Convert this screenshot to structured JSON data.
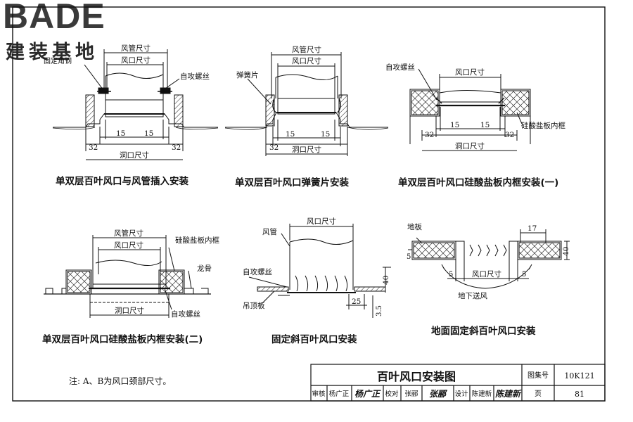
{
  "logo": {
    "main": "BADE",
    "sub": "建装基地"
  },
  "diagrams": {
    "d1": {
      "caption": "单双层百叶风口与风管插入安装",
      "duct_size": "风管尺寸",
      "outlet_size": "风口尺寸",
      "angle_label": "固定角钢",
      "screw_label": "自攻螺丝",
      "dim_15a": "15",
      "dim_15b": "15",
      "dim_32a": "32",
      "dim_32b": "32",
      "hole_size": "洞口尺寸"
    },
    "d2": {
      "caption": "单双层百叶风口弹簧片安装",
      "duct_size": "风管尺寸",
      "outlet_size": "风口尺寸",
      "spring_label": "弹簧片",
      "dim_15a": "15",
      "dim_15b": "15",
      "dim_32": "32",
      "hole_size": "洞口尺寸"
    },
    "d3": {
      "caption": "单双层百叶风口硅酸盐板内框安装(一)",
      "screw_label": "自攻螺丝",
      "outlet_size": "风口尺寸",
      "board_label": "硅酸盐板内框",
      "dim_15a": "15",
      "dim_15b": "15",
      "dim_32a": "32",
      "dim_32b": "32",
      "hole_size": "洞口尺寸"
    },
    "d4": {
      "caption": "单双层百叶风口硅酸盐板内框安装(二)",
      "duct_size": "风管尺寸",
      "outlet_size": "风口尺寸",
      "board_label": "硅酸盐板内框",
      "keel_label": "龙骨",
      "hole_size": "洞口尺寸",
      "screw_label": "自攻螺丝"
    },
    "d5": {
      "caption": "固定斜百叶风口安装",
      "duct_label": "风管",
      "outlet_size": "风口尺寸",
      "screw_label": "自攻螺丝",
      "ceiling_label": "吊顶板",
      "dim_40": "40",
      "dim_25": "25",
      "dim_35": "3.5"
    },
    "d6": {
      "caption": "地面固定斜百叶风口安装",
      "floor_label": "地板",
      "dim_17": "17",
      "dim_5a": "5",
      "dim_5b": "5",
      "dim_5c": "5",
      "dim_40": "40",
      "outlet_size": "风口尺寸",
      "airflow_label": "地下送风"
    }
  },
  "note": "注:   A、B为风口颈部尺寸。",
  "title_block": {
    "title": "百叶风口安装图",
    "atlas_label": "图集号",
    "atlas_no": "10K121",
    "review_label": "审核",
    "reviewer": "杨广正",
    "reviewer_sign": "杨广正",
    "check_label": "校对",
    "checker": "张郦",
    "checker_sign": "张郦",
    "design_label": "设计",
    "designer": "陈建新",
    "designer_sign": "陈建新",
    "page_label": "页",
    "page_no": "81"
  }
}
